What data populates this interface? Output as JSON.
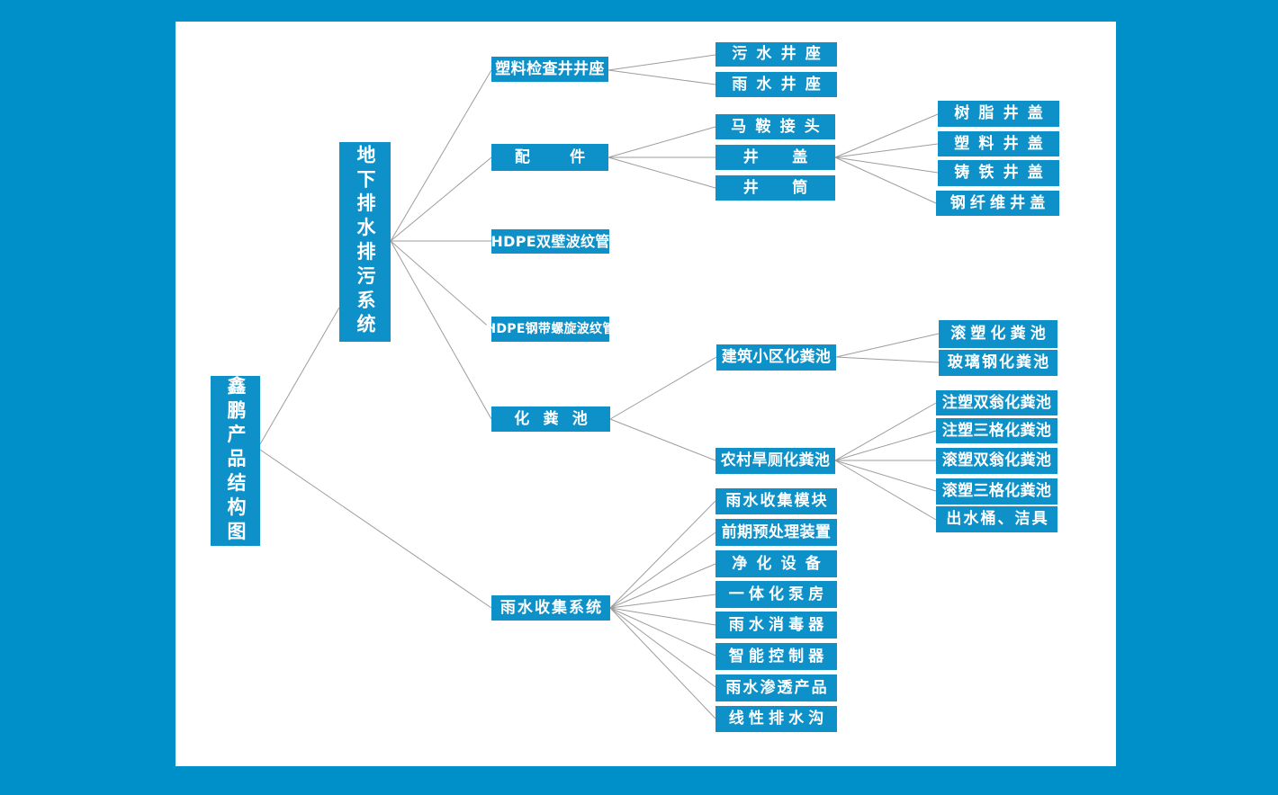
{
  "colors": {
    "page_background": "#0090c9",
    "canvas_background": "#ffffff",
    "node_fill": "#0e90c9",
    "node_text": "#ffffff",
    "connector_line": "#9d9d9d"
  },
  "tree": {
    "label": "鑫鹏产品结构图",
    "children": [
      {
        "label": "地下排水排污系统",
        "children": [
          {
            "label": "塑料检查井井座",
            "children": [
              {
                "label": "污水井座"
              },
              {
                "label": "雨水井座"
              }
            ]
          },
          {
            "label": "配件",
            "children": [
              {
                "label": "马鞍接头"
              },
              {
                "label": "井盖",
                "children": [
                  {
                    "label": "树脂井盖"
                  },
                  {
                    "label": "塑料井盖"
                  },
                  {
                    "label": "铸铁井盖"
                  },
                  {
                    "label": "钢纤维井盖"
                  }
                ]
              },
              {
                "label": "井筒"
              }
            ]
          },
          {
            "label": "HDPE双壁波纹管"
          },
          {
            "label": "HDPE钢带螺旋波纹管"
          },
          {
            "label": "化粪池",
            "children": [
              {
                "label": "建筑小区化粪池",
                "children": [
                  {
                    "label": "滚塑化粪池"
                  },
                  {
                    "label": "玻璃钢化粪池"
                  }
                ]
              },
              {
                "label": "农村旱厕化粪池",
                "children": [
                  {
                    "label": "注塑双翁化粪池"
                  },
                  {
                    "label": "注塑三格化粪池"
                  },
                  {
                    "label": "滚塑双翁化粪池"
                  },
                  {
                    "label": "滚塑三格化粪池"
                  },
                  {
                    "label": "出水桶、洁具"
                  }
                ]
              }
            ]
          }
        ]
      },
      {
        "label": "雨水收集系统",
        "children": [
          {
            "label": "雨水收集模块"
          },
          {
            "label": "前期预处理装置"
          },
          {
            "label": "净化设备"
          },
          {
            "label": "一体化泵房"
          },
          {
            "label": "雨水消毒器"
          },
          {
            "label": "智能控制器"
          },
          {
            "label": "雨水渗透产品"
          },
          {
            "label": "线性排水沟"
          }
        ]
      }
    ]
  }
}
